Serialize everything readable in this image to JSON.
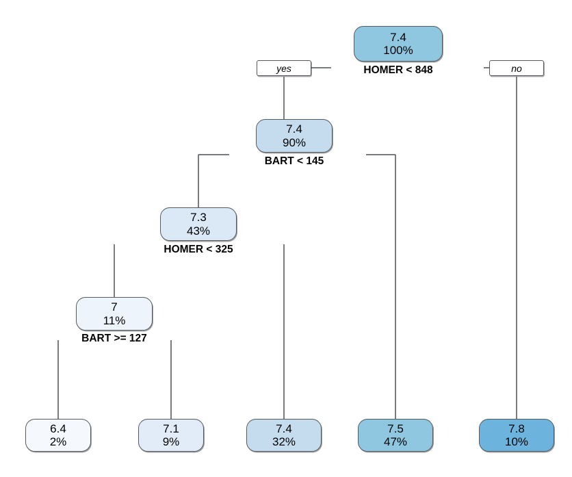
{
  "chart_data": {
    "type": "tree",
    "title": "",
    "response_label": "",
    "branch_labels": {
      "yes": "yes",
      "no": "no"
    },
    "palette": {
      "fill_lightest": "#eef4fb",
      "fill_light": "#e2ecf8",
      "fill_mid_light": "#dbe8f6",
      "fill_mid": "#c5dcef",
      "fill_strong": "#8fc6e0",
      "fill_darkest": "#6cb4dd",
      "node_border": "#555a5e",
      "edge_color": "#4d5155",
      "text_color": "#000000",
      "background": "#ffffff"
    },
    "nodes": [
      {
        "id": "root",
        "value": "7.4",
        "pct": "100%",
        "split": "HOMER < 848",
        "fill": "#8fc6e0",
        "kind": "internal"
      },
      {
        "id": "n2",
        "value": "7.4",
        "pct": "90%",
        "split": "BART < 145",
        "fill": "#c5dcef",
        "kind": "internal"
      },
      {
        "id": "n4",
        "value": "7.3",
        "pct": "43%",
        "split": "HOMER < 325",
        "fill": "#dbe8f6",
        "kind": "internal"
      },
      {
        "id": "n8",
        "value": "7",
        "pct": "11%",
        "split": "BART >= 127",
        "fill": "#eef4fb",
        "kind": "internal"
      },
      {
        "id": "l16",
        "value": "6.4",
        "pct": "2%",
        "split": "",
        "fill": "#f5f9fd",
        "kind": "leaf"
      },
      {
        "id": "l17",
        "value": "7.1",
        "pct": "9%",
        "split": "",
        "fill": "#e2ecf8",
        "kind": "leaf"
      },
      {
        "id": "l9",
        "value": "7.4",
        "pct": "32%",
        "split": "",
        "fill": "#c5dcef",
        "kind": "leaf"
      },
      {
        "id": "l5",
        "value": "7.5",
        "pct": "47%",
        "split": "",
        "fill": "#8fc6e0",
        "kind": "leaf"
      },
      {
        "id": "l3",
        "value": "7.8",
        "pct": "10%",
        "split": "",
        "fill": "#6cb4dd",
        "kind": "leaf"
      }
    ]
  }
}
